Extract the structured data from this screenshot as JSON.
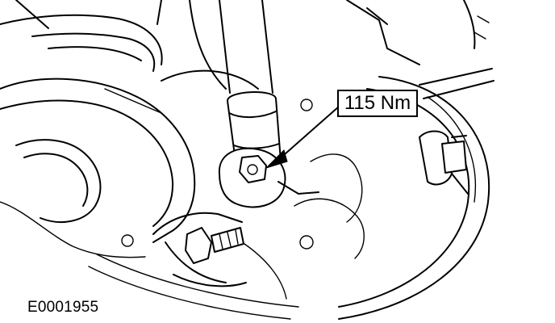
{
  "diagram": {
    "callouts": [
      {
        "id": "torque",
        "text": "115 Nm"
      }
    ],
    "figure_id": "E0001955",
    "colors": {
      "line": "#000000",
      "background": "#ffffff"
    }
  }
}
